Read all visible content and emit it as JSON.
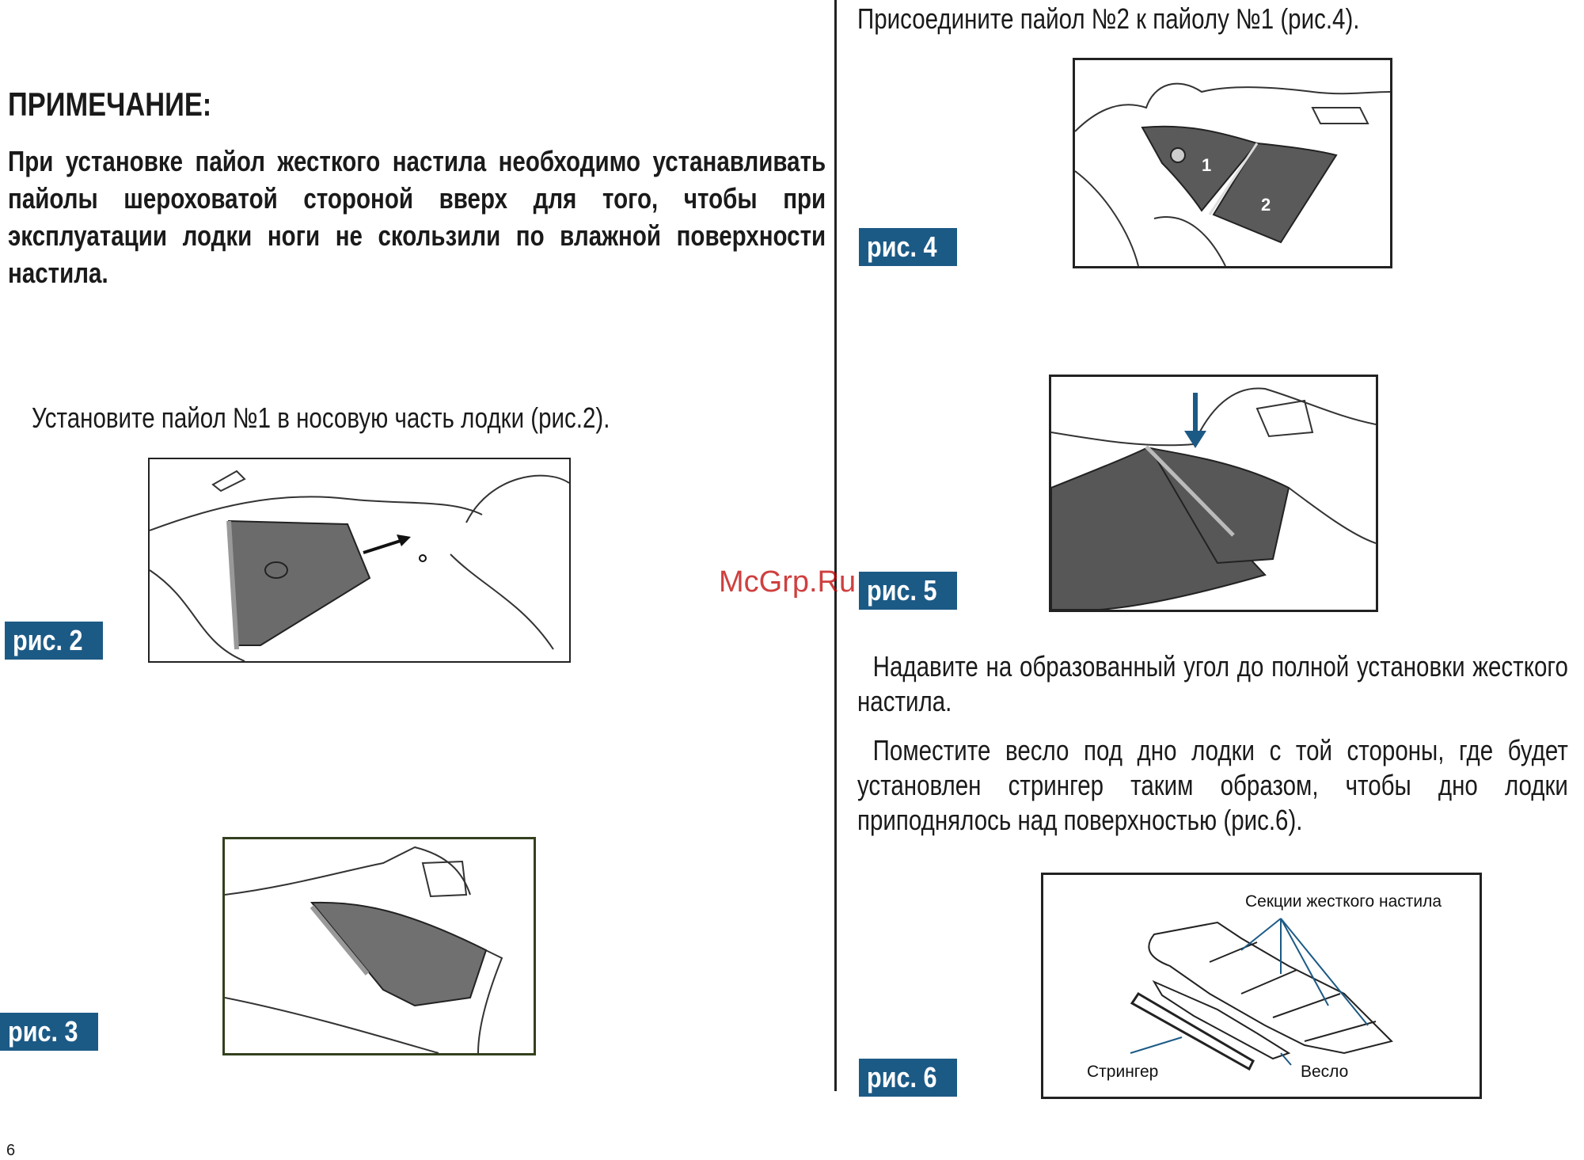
{
  "note": {
    "title": "ПРИМЕЧАНИЕ:",
    "body": "При установке пайол жесткого настила необходимо устанавливать пайолы шероховатой стороной вверх для того, чтобы при эксплуатации лодки ноги не скользили по влажной поверхности настила."
  },
  "left": {
    "step1": "Установите пайол №1 в носовую часть лодки (рис.2).",
    "fig2_label": "рис. 2",
    "fig3_label": "рис. 3"
  },
  "right": {
    "step2": "Присоедините пайол №2 к пайолу №1 (рис.4).",
    "fig4_label": "рис. 4",
    "fig4_num1": "1",
    "fig4_num2": "2",
    "fig5_label": "рис. 5",
    "step3": "Надавите на образованный угол до полной установки жесткого настила.",
    "step4": "Поместите весло под дно лодки с той стороны, где будет установлен стрингер таким образом, чтобы дно лодки приподнялось над поверхностью (рис.6).",
    "fig6_label": "рис. 6",
    "fig6_sections": "Секции жесткого настила",
    "fig6_stringer": "Стрингер",
    "fig6_oar": "Весло"
  },
  "watermark": "McGrp.Ru",
  "page_number": "6"
}
